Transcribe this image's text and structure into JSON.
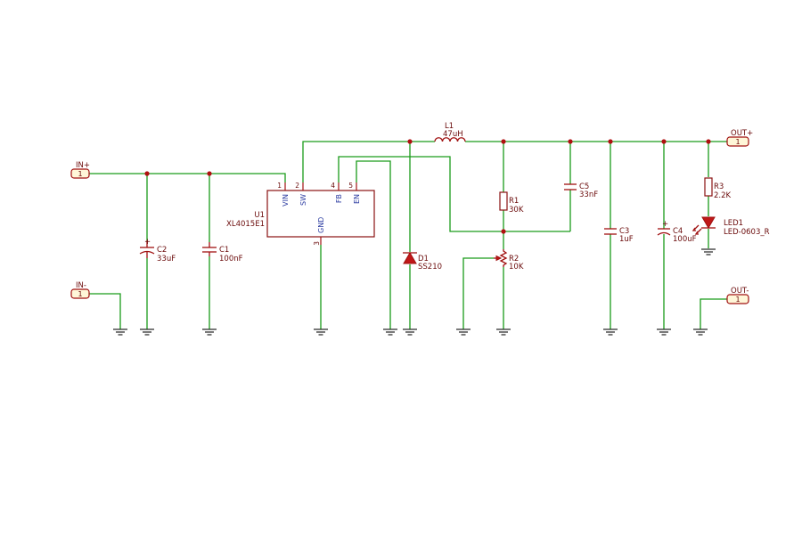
{
  "connectors": {
    "in_plus": {
      "label": "IN+",
      "pin": "1"
    },
    "in_minus": {
      "label": "IN-",
      "pin": "1"
    },
    "out_plus": {
      "label": "OUT+",
      "pin": "1"
    },
    "out_minus": {
      "label": "OUT-",
      "pin": "1"
    }
  },
  "u1": {
    "ref": "U1",
    "value": "XL4015E1",
    "pins": {
      "vin": {
        "name": "VIN",
        "num": "1"
      },
      "sw": {
        "name": "SW",
        "num": "2"
      },
      "fb": {
        "name": "FB",
        "num": "4"
      },
      "en": {
        "name": "EN",
        "num": "5"
      },
      "gnd": {
        "name": "GND",
        "num": "3"
      }
    }
  },
  "c2": {
    "ref": "C2",
    "value": "33uF"
  },
  "c1": {
    "ref": "C1",
    "value": "100nF"
  },
  "l1": {
    "ref": "L1",
    "value": "47uH"
  },
  "d1": {
    "ref": "D1",
    "value": "SS210"
  },
  "r1": {
    "ref": "R1",
    "value": "30K"
  },
  "r2": {
    "ref": "R2",
    "value": "10K"
  },
  "c5": {
    "ref": "C5",
    "value": "33nF"
  },
  "c3": {
    "ref": "C3",
    "value": "1uF"
  },
  "c4": {
    "ref": "C4",
    "value": "100uF"
  },
  "r3": {
    "ref": "R3",
    "value": "2.2K"
  },
  "led1": {
    "ref": "LED1",
    "value": "LED-0603_R"
  },
  "colors": {
    "wire": "#1a9c1a",
    "component": "#a01010",
    "pin_name": "#2a3aa0",
    "junction": "#b01010"
  }
}
